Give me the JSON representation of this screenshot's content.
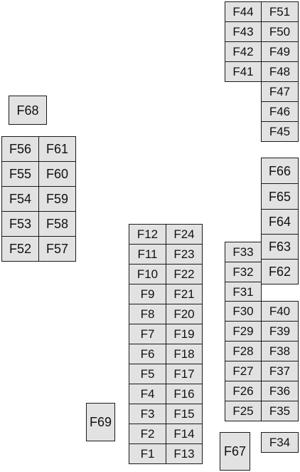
{
  "fuse_box": {
    "fuses": {
      "F1": "F1",
      "F2": "F2",
      "F3": "F3",
      "F4": "F4",
      "F5": "F5",
      "F6": "F6",
      "F7": "F7",
      "F8": "F8",
      "F9": "F9",
      "F10": "F10",
      "F11": "F11",
      "F12": "F12",
      "F13": "F13",
      "F14": "F14",
      "F15": "F15",
      "F16": "F16",
      "F17": "F17",
      "F18": "F18",
      "F19": "F19",
      "F20": "F20",
      "F21": "F21",
      "F22": "F22",
      "F23": "F23",
      "F24": "F24",
      "F25": "F25",
      "F26": "F26",
      "F27": "F27",
      "F28": "F28",
      "F29": "F29",
      "F30": "F30",
      "F31": "F31",
      "F32": "F32",
      "F33": "F33",
      "F34": "F34",
      "F35": "F35",
      "F36": "F36",
      "F37": "F37",
      "F38": "F38",
      "F39": "F39",
      "F40": "F40",
      "F41": "F41",
      "F42": "F42",
      "F43": "F43",
      "F44": "F44",
      "F45": "F45",
      "F46": "F46",
      "F47": "F47",
      "F48": "F48",
      "F49": "F49",
      "F50": "F50",
      "F51": "F51",
      "F52": "F52",
      "F53": "F53",
      "F54": "F54",
      "F55": "F55",
      "F56": "F56",
      "F57": "F57",
      "F58": "F58",
      "F59": "F59",
      "F60": "F60",
      "F61": "F61",
      "F62": "F62",
      "F63": "F63",
      "F64": "F64",
      "F65": "F65",
      "F66": "F66",
      "F67": "F67",
      "F68": "F68",
      "F69": "F69"
    }
  },
  "colors": {
    "fill": "#e2e2e2",
    "stroke": "#1a1a1a",
    "text": "#111111",
    "background": "#ffffff"
  }
}
